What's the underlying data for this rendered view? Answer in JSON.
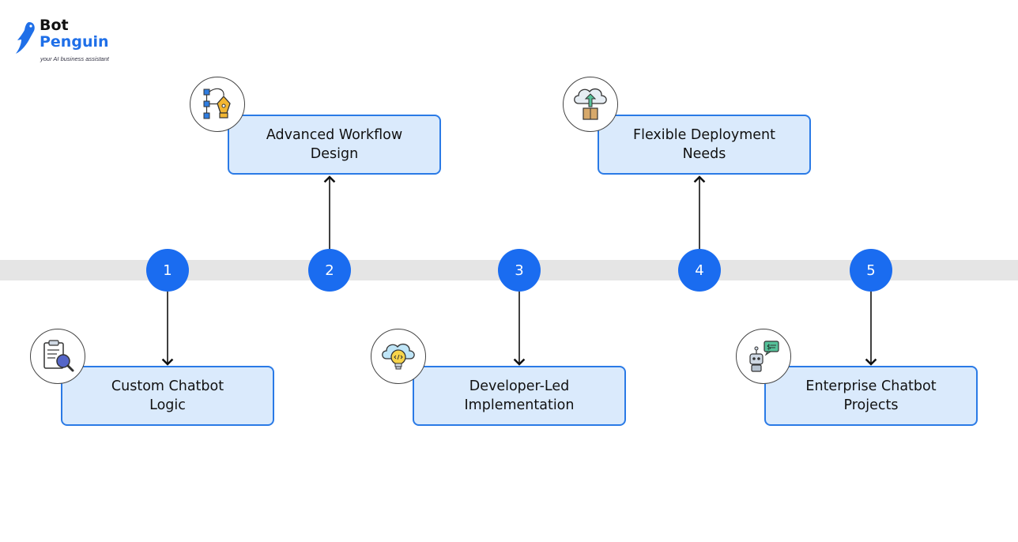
{
  "brand": {
    "name_line1": "Bot",
    "name_line2": "Penguin",
    "tagline": "your AI business assistant"
  },
  "colors": {
    "accent": "#1a6cf0",
    "card_fill": "#daeafc",
    "card_border": "#2a7ae6",
    "band": "#e5e5e5"
  },
  "steps": [
    {
      "number": "1",
      "label": "Custom Chatbot Logic",
      "icon": "clipboard-magnifier-icon"
    },
    {
      "number": "2",
      "label": "Advanced Workflow Design",
      "icon": "workflow-pen-icon"
    },
    {
      "number": "3",
      "label": "Developer-Led Implementation",
      "icon": "cloud-lightbulb-code-icon"
    },
    {
      "number": "4",
      "label": "Flexible Deployment Needs",
      "icon": "cloud-upload-box-icon"
    },
    {
      "number": "5",
      "label": "Enterprise Chatbot Projects",
      "icon": "robot-chat-dollar-icon"
    }
  ]
}
